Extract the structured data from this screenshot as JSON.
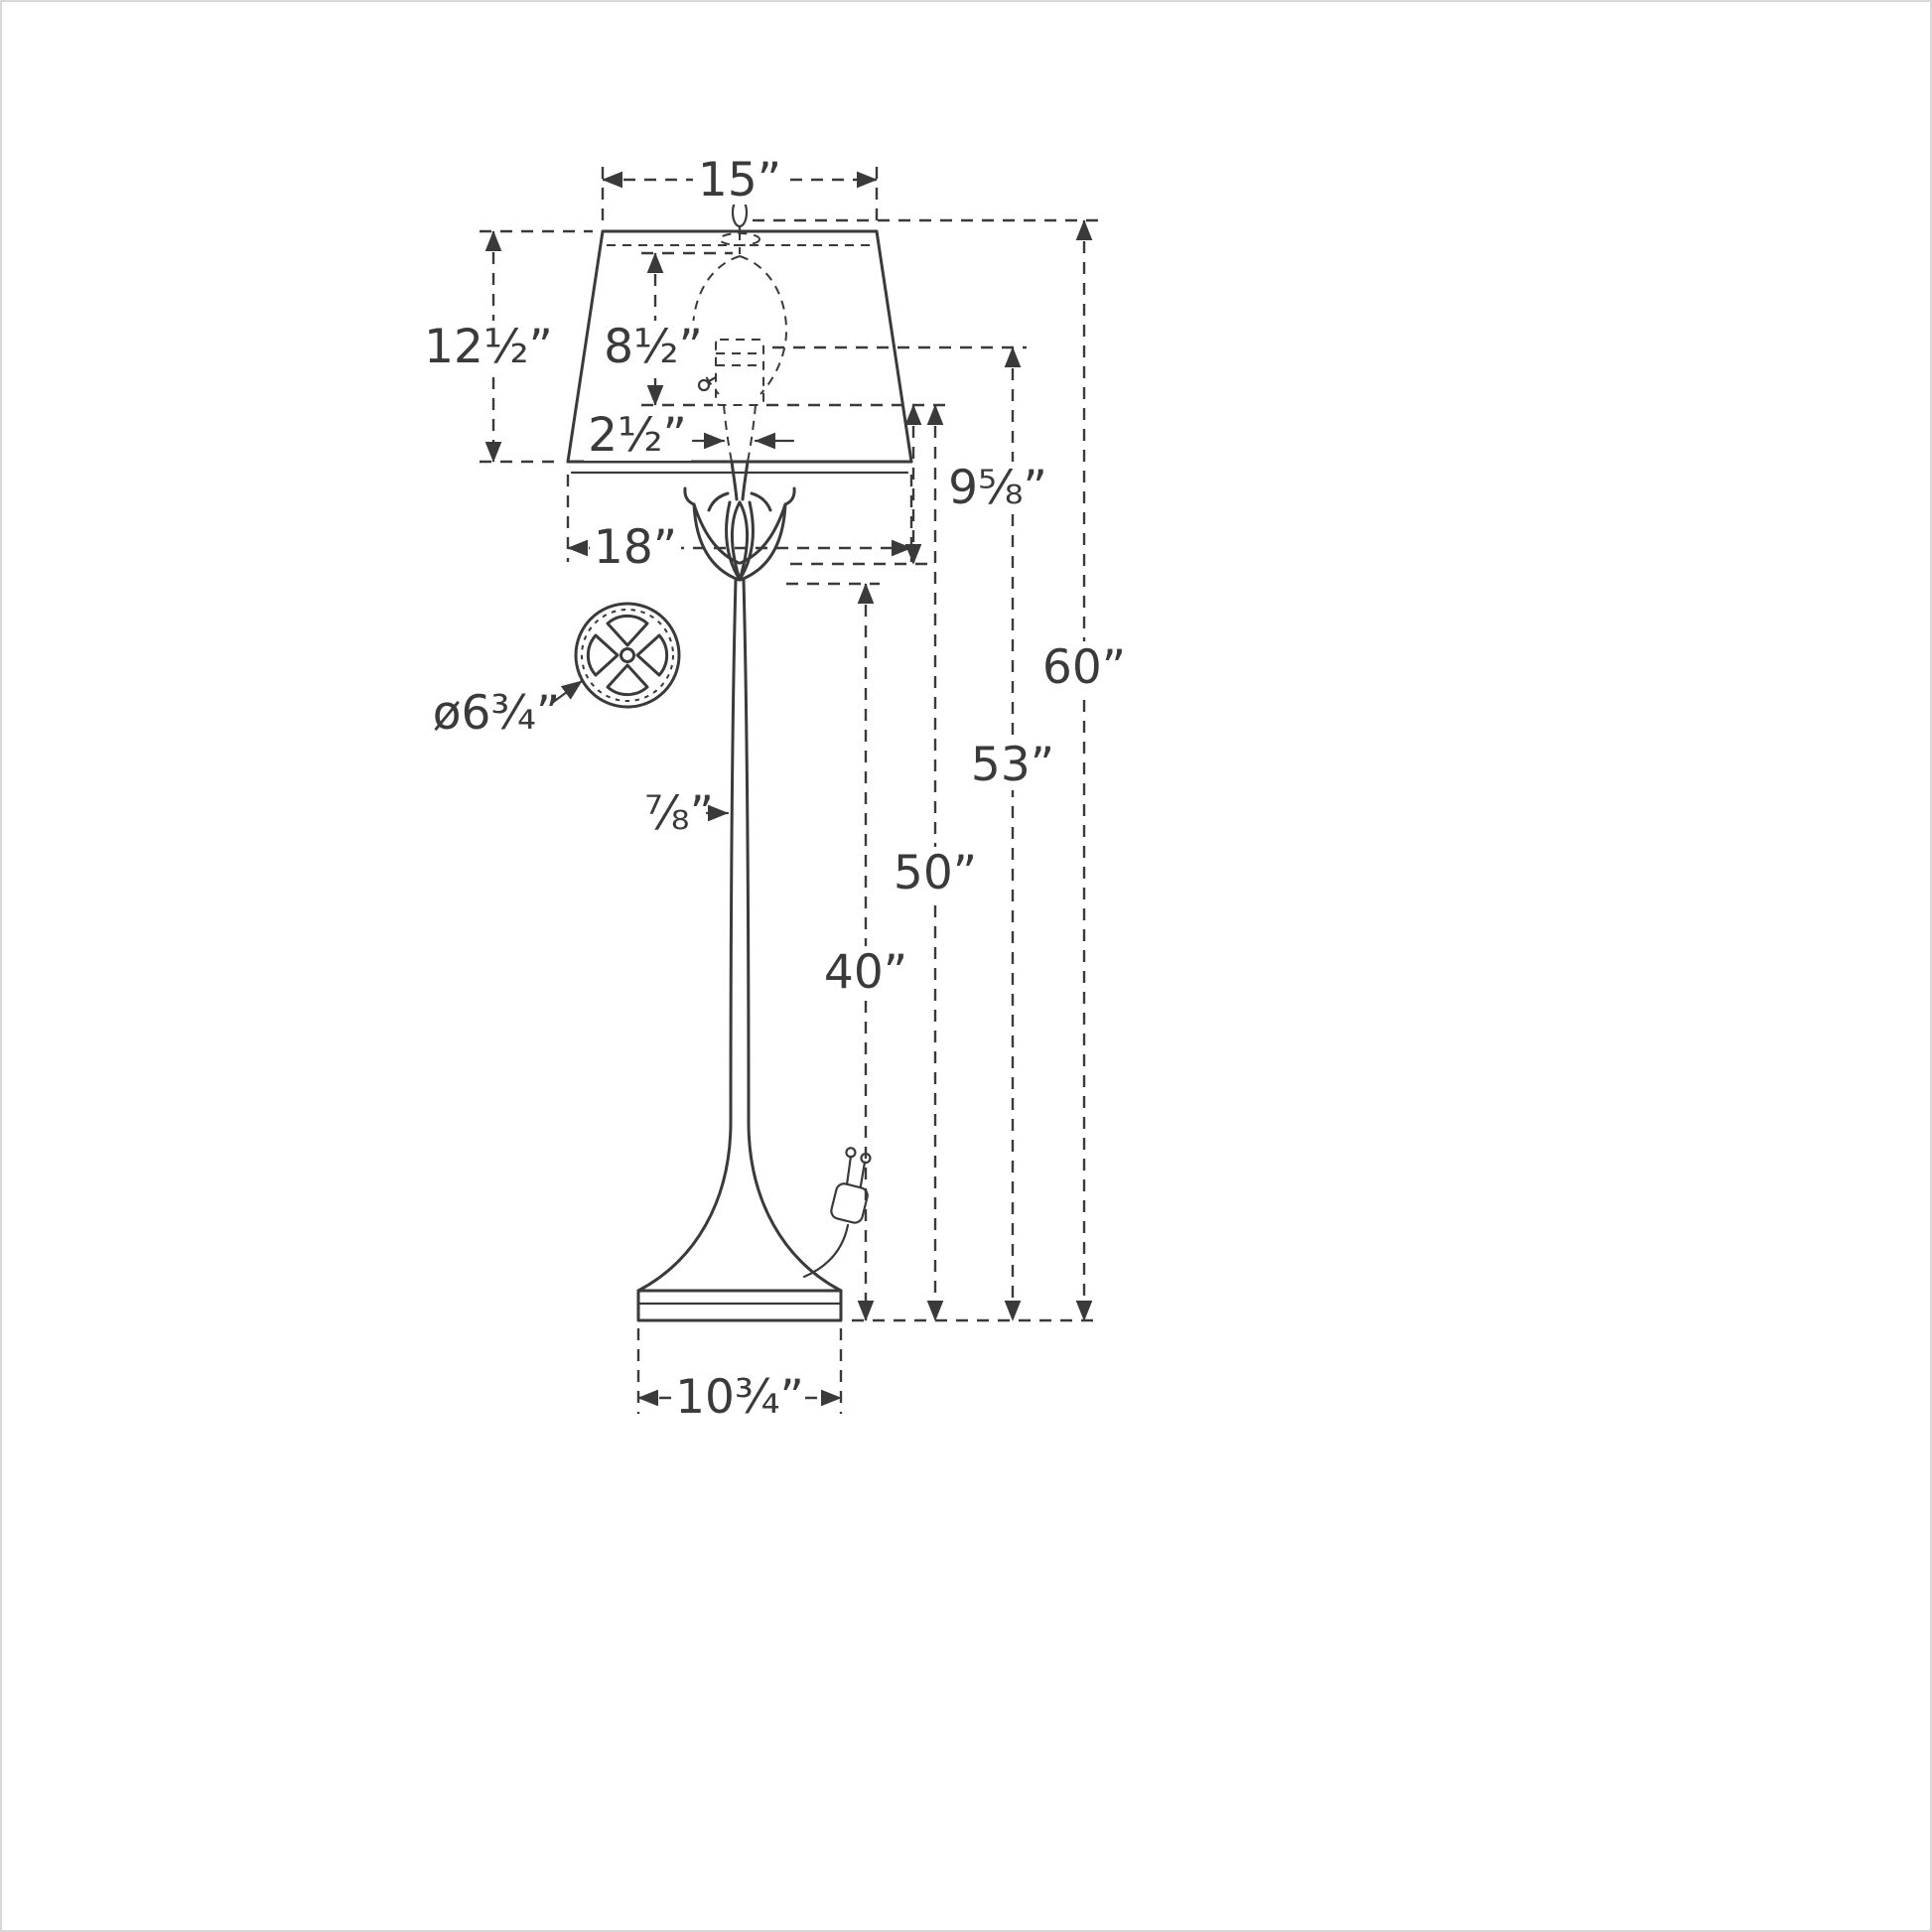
{
  "colors": {
    "ink": "#3a3a3a",
    "paper": "#ffffff",
    "frame": "#d9d9d9"
  },
  "diagram": {
    "labels": {
      "shade_top_width": "15”",
      "shade_height": "12½”",
      "harp_height": "8½”",
      "neck_width": "2½”",
      "socket_to_flower": "9⅝”",
      "shade_bottom_width": "18”",
      "flower_top_diameter": "ø6¾”",
      "stem_diameter": "⅞”",
      "overall_height": "60”",
      "floor_to_socket_top": "53”",
      "floor_to_socket_bottom": "50”",
      "floor_to_flower": "40”",
      "base_diameter": "10¾”"
    }
  }
}
